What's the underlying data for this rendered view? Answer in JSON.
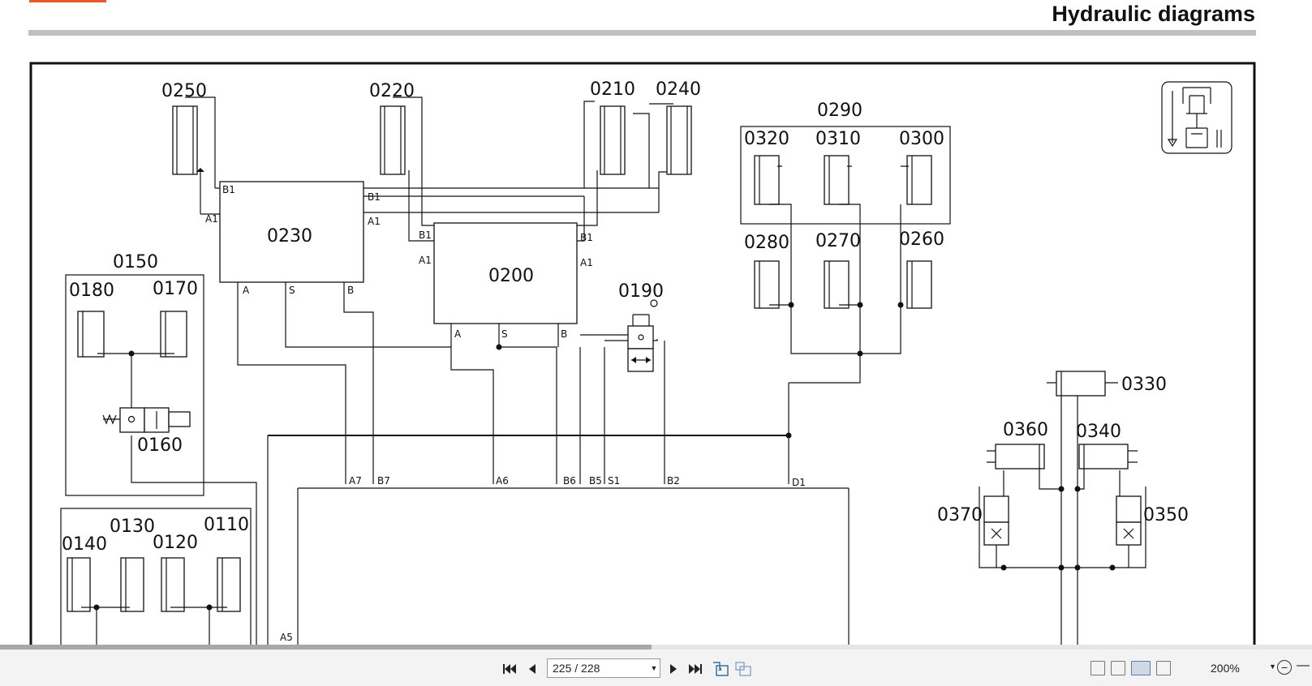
{
  "document": {
    "header_title": "Hydraulic diagrams",
    "brand_tab_color": "#e8572a"
  },
  "diagram": {
    "component_labels": {
      "c0250": "0250",
      "c0220": "0220",
      "c0210": "0210",
      "c0240": "0240",
      "c0290": "0290",
      "c0320": "0320",
      "c0310": "0310",
      "c0300": "0300",
      "c0280": "0280",
      "c0270": "0270",
      "c0260": "0260",
      "c0230": "0230",
      "c0200": "0200",
      "c0190": "0190",
      "c0150": "0150",
      "c0180": "0180",
      "c0170": "0170",
      "c0160": "0160",
      "c0130": "0130",
      "c0110": "0110",
      "c0140": "0140",
      "c0120": "0120",
      "c0330": "0330",
      "c0360": "0360",
      "c0340": "0340",
      "c0370": "0370",
      "c0350": "0350"
    },
    "port_labels": {
      "p0230_b1_left": "B1",
      "p0230_a1_left": "A1",
      "p0230_b1_right": "B1",
      "p0230_a1_right": "A1",
      "p0230_a": "A",
      "p0230_s": "S",
      "p0230_b": "B",
      "p0200_b1_left": "B1",
      "p0200_a1_left": "A1",
      "p0200_b1_right": "B1",
      "p0200_a1_right": "A1",
      "p0200_a": "A",
      "p0200_s": "S",
      "p0200_b": "B",
      "bus_a7": "A7",
      "bus_b7": "B7",
      "bus_a6": "A6",
      "bus_b6": "B6",
      "bus_b5": "B5",
      "bus_s1": "S1",
      "bus_b2": "B2",
      "bus_d1": "D1",
      "bus_a5": "A5"
    }
  },
  "toolbar": {
    "page_indicator": "225 / 228",
    "zoom": "200%",
    "first_page_icon": "first-page-icon",
    "prev_page_icon": "previous-page-icon",
    "next_page_icon": "next-page-icon",
    "last_page_icon": "last-page-icon"
  }
}
